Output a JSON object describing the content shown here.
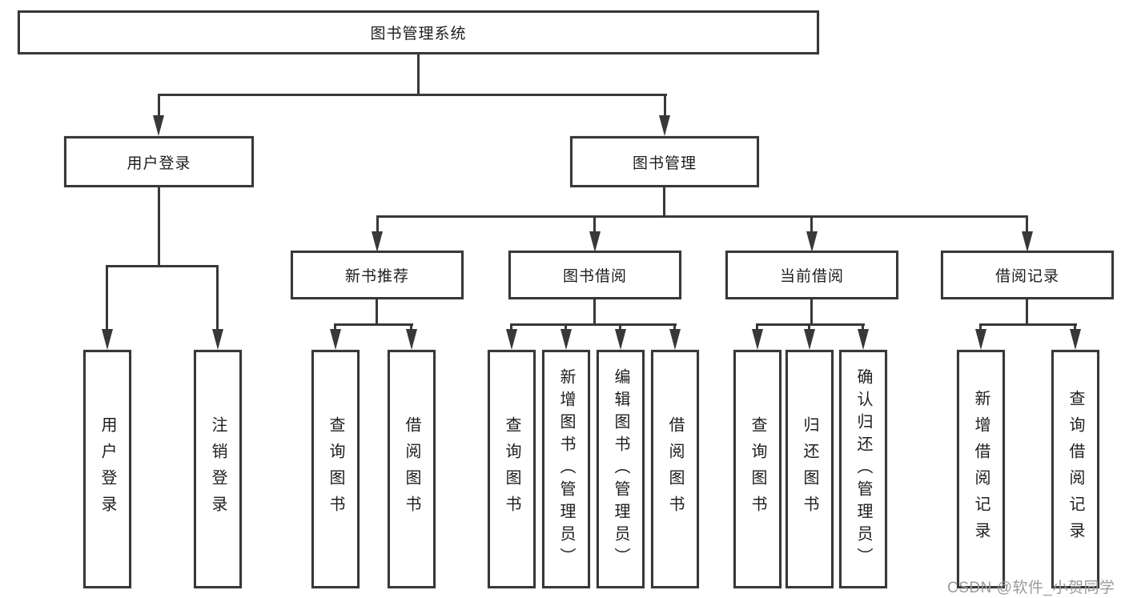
{
  "colors": {
    "line": "#383838",
    "text": "#1d1d1d",
    "watermark": "#9b9b9b",
    "background": "#ffffff"
  },
  "nodes": {
    "root": {
      "label": "图书管理系统"
    },
    "level1": [
      {
        "label": "用户登录"
      },
      {
        "label": "图书管理"
      }
    ],
    "level2": [
      {
        "label": "新书推荐"
      },
      {
        "label": "图书借阅"
      },
      {
        "label": "当前借阅"
      },
      {
        "label": "借阅记录"
      }
    ],
    "leaves_user_login": [
      {
        "label": "用户登录"
      },
      {
        "label": "注销登录"
      }
    ],
    "leaves_new_books": [
      {
        "label": "查询图书"
      },
      {
        "label": "借阅图书"
      }
    ],
    "leaves_book_borrow": [
      {
        "label": "查询图书"
      },
      {
        "label": "新增图书（管理员）"
      },
      {
        "label": "编辑图书（管理员）"
      },
      {
        "label": "借阅图书"
      }
    ],
    "leaves_current_borrow": [
      {
        "label": "查询图书"
      },
      {
        "label": "归还图书"
      },
      {
        "label": "确认归还（管理员）"
      }
    ],
    "leaves_borrow_records": [
      {
        "label": "新增借阅记录"
      },
      {
        "label": "查询借阅记录"
      }
    ]
  },
  "watermark": "CSDN @软件_小贺同学"
}
